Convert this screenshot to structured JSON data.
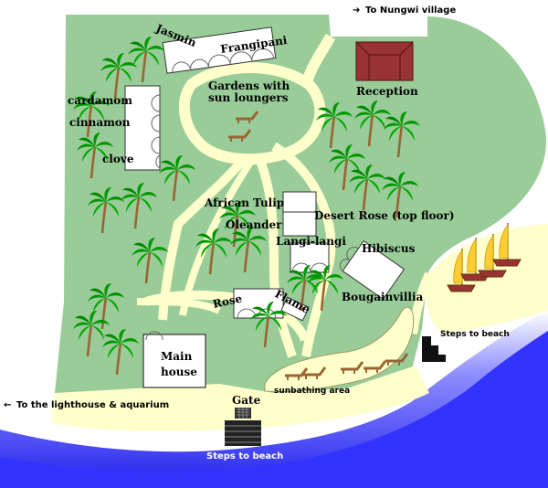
{
  "nav": {
    "to_village": "To Nungwi village",
    "to_lighthouse": "To the lighthouse & aquarium",
    "arrow_right": "➔",
    "arrow_left": "←"
  },
  "labels": {
    "jasmin": "Jasmin",
    "frangipani": "Frangipani",
    "gardens_line1": "Gardens with",
    "gardens_line2": "sun loungers",
    "reception": "Reception",
    "cardamom": "cardamom",
    "cinnamon": "cinnamon",
    "clove": "clove",
    "african_tulip": "African Tulip",
    "oleander": "Oleander",
    "desert_rose": "Desert Rose (top floor)",
    "langi_langi": "Langi-langi",
    "hibiscus": "Hibiscus",
    "bougainvillia": "Bougainvillia",
    "rose": "Rose",
    "flame": "Flame",
    "main_house_line1": "Main",
    "main_house_line2": "house",
    "gate": "Gate",
    "sunbathing_area": "sunbathing area",
    "steps_to_beach_east": "Steps to beach",
    "steps_to_beach_south": "Steps to beach"
  },
  "colors": {
    "grass": "#99cc99",
    "sand": "#ffffcc",
    "sea": "#3333ff",
    "sea_light": "#ffffff",
    "roof": "#993333",
    "building": "#ffffff",
    "palm": "#009900",
    "trunk": "#996633",
    "lounger": "#996633",
    "boat_sail": "#ffcc33"
  },
  "icons": {
    "palm_tree": "palm-tree-icon",
    "sun_lounger": "sun-lounger-icon",
    "sailboat": "sailboat-icon",
    "steps": "steps-icon",
    "gate": "gate-icon"
  }
}
